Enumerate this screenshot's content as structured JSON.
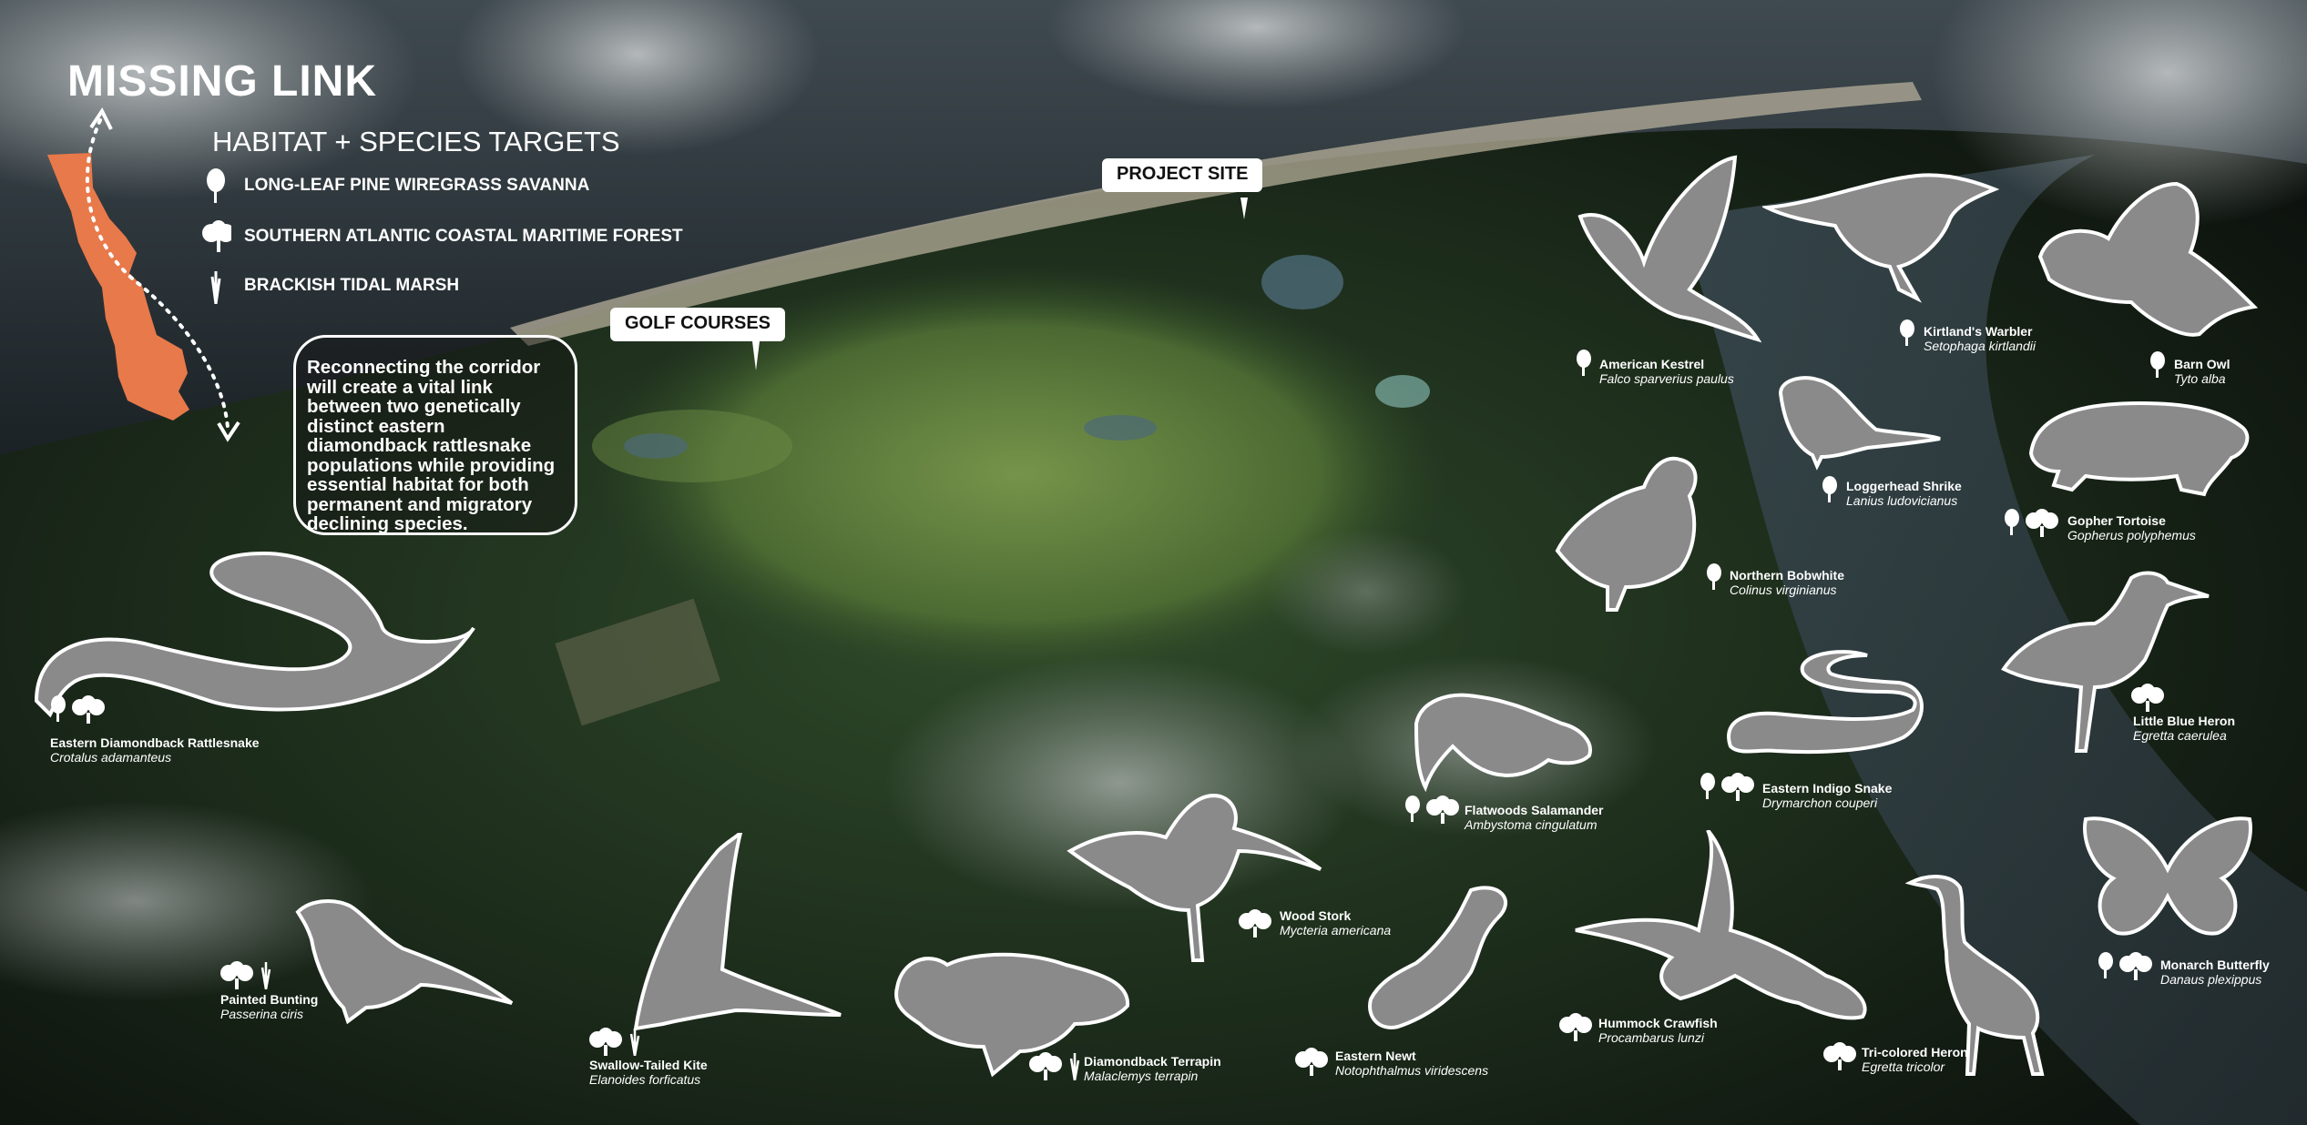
{
  "title": "MISSING LINK",
  "subtitle": "HABITAT + SPECIES TARGETS",
  "legend": [
    {
      "label": "LONG-LEAF PINE WIREGRASS SAVANNA",
      "icon": "pine-tree-icon"
    },
    {
      "label": "SOUTHERN ATLANTIC COASTAL MARITIME FOREST",
      "icon": "oak-tree-icon"
    },
    {
      "label": "BRACKISH TIDAL MARSH",
      "icon": "marsh-grass-icon"
    }
  ],
  "callouts": {
    "project_site": "PROJECT SITE",
    "golf_courses": "GOLF COURSES"
  },
  "statement": "Reconnecting the corridor will create a vital link between two genetically distinct eastern diamondback rattlesnake populations while providing essential habitat for both permanent and migratory declining species.",
  "species": [
    {
      "common": "Eastern Diamondback Rattlesnake",
      "latin": "Crotalus adamanteus"
    },
    {
      "common": "American Kestrel",
      "latin": "Falco sparverius paulus"
    },
    {
      "common": "Kirtland's Warbler",
      "latin": "Setophaga kirtlandii"
    },
    {
      "common": "Barn Owl",
      "latin": "Tyto alba"
    },
    {
      "common": "Loggerhead Shrike",
      "latin": "Lanius ludovicianus"
    },
    {
      "common": "Gopher Tortoise",
      "latin": "Gopherus polyphemus"
    },
    {
      "common": "Northern Bobwhite",
      "latin": "Colinus virginianus"
    },
    {
      "common": "Little Blue Heron",
      "latin": "Egretta caerulea"
    },
    {
      "common": "Flatwoods Salamander",
      "latin": "Ambystoma cingulatum"
    },
    {
      "common": "Eastern Indigo Snake",
      "latin": "Drymarchon couperi"
    },
    {
      "common": "Wood Stork",
      "latin": "Mycteria americana"
    },
    {
      "common": "Monarch Butterfly",
      "latin": "Danaus plexippus"
    },
    {
      "common": "Painted Bunting",
      "latin": "Passerina ciris"
    },
    {
      "common": "Swallow-Tailed Kite",
      "latin": "Elanoides forficatus"
    },
    {
      "common": "Diamondback Terrapin",
      "latin": "Malaclemys terrapin"
    },
    {
      "common": "Eastern Newt",
      "latin": "Notophthalmus viridescens"
    },
    {
      "common": "Hummock Crawfish",
      "latin": "Procambarus lunzi"
    },
    {
      "common": "Tri-colored Heron",
      "latin": "Egretta tricolor"
    }
  ],
  "colors": {
    "accent": "#E8794A",
    "silhouette": "#8a8a8a",
    "outline": "#ffffff"
  }
}
